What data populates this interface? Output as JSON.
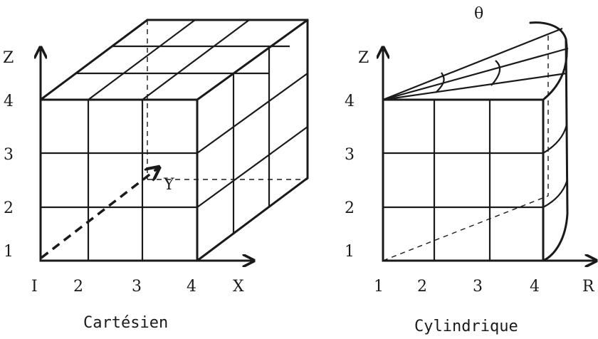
{
  "left": {
    "caption": "Cartésien",
    "z_axis": "Z",
    "x_axis": "X",
    "y_axis": "Y",
    "z_ticks": [
      "4",
      "3",
      "2",
      "1"
    ],
    "x_ticks": [
      "I",
      "2",
      "3",
      "4"
    ]
  },
  "right": {
    "caption": "Cylindrique",
    "z_axis": "Z",
    "r_axis": "R",
    "theta": "θ",
    "z_ticks": [
      "4",
      "3",
      "2",
      "1"
    ],
    "r_ticks": [
      "1",
      "2",
      "3",
      "4"
    ]
  }
}
